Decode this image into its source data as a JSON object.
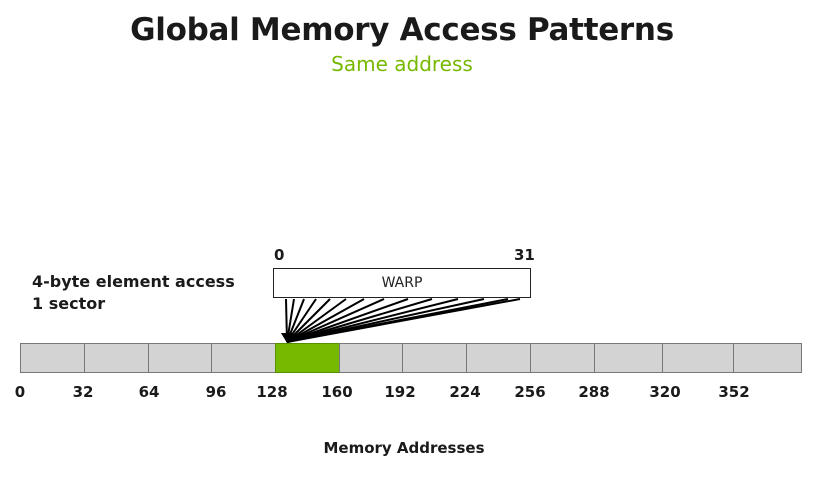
{
  "title": "Global Memory Access Patterns",
  "subtitle": "Same address",
  "notes": [
    "4-byte element access",
    "1 sector"
  ],
  "warp": {
    "label": "WARP",
    "first_lane": "0",
    "last_lane": "31",
    "target_segment_index": 4
  },
  "memory": {
    "segment_count": 12,
    "addresses": [
      "0",
      "32",
      "64",
      "96",
      "128",
      "160",
      "192",
      "224",
      "256",
      "288",
      "320",
      "352"
    ],
    "axis_label": "Memory Addresses"
  },
  "colors": {
    "accent": "#76b900",
    "segment": "#d3d3d3"
  }
}
